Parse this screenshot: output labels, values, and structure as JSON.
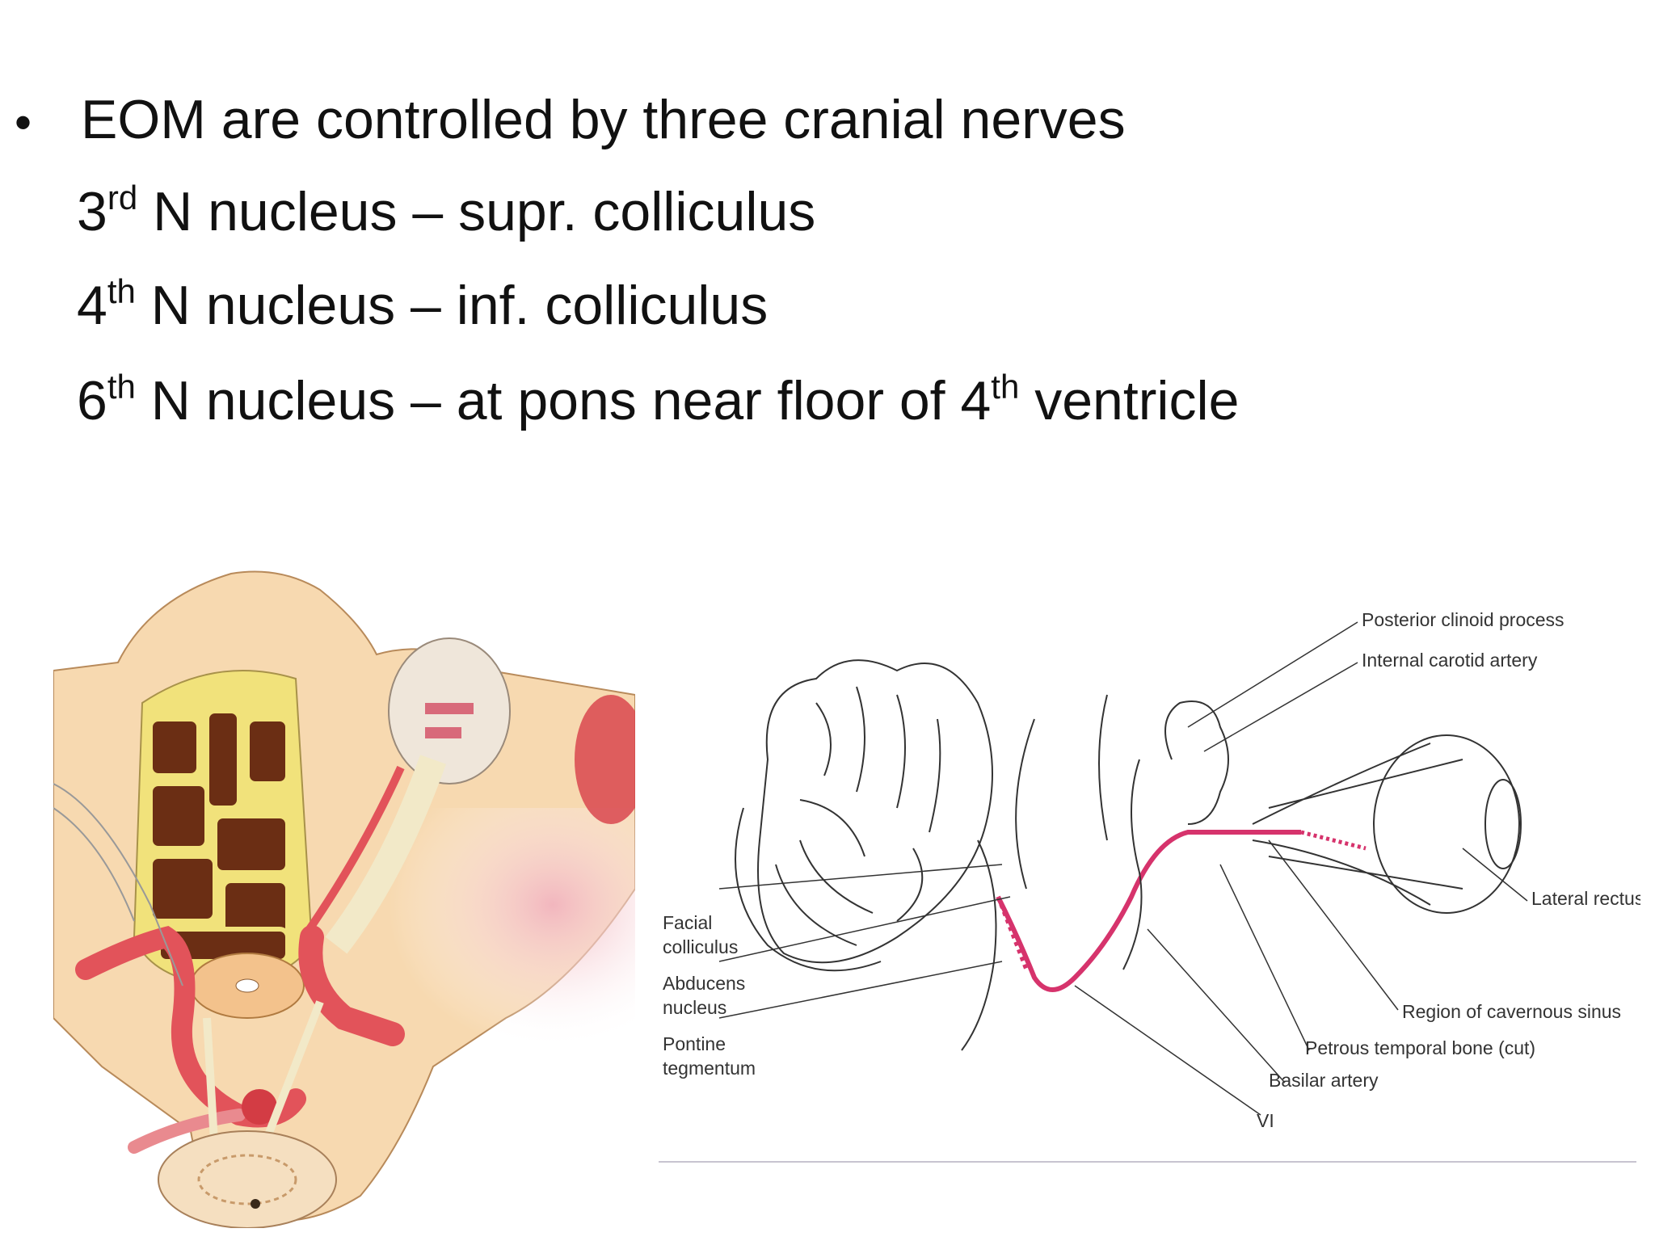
{
  "slide": {
    "bullet": "•",
    "line1": "EOM are controlled by three cranial nerves",
    "line2": {
      "num": "3",
      "sup": "rd",
      "text": " N nucleus – supr. colliculus"
    },
    "line3": {
      "num": "4",
      "sup": "th",
      "text": " N nucleus – inf. colliculus"
    },
    "line4": {
      "num": "6",
      "sup": "th",
      "text": " N nucleus – at pons near floor of 4",
      "sup2": "th",
      "text2": " ventricle"
    }
  },
  "diagram_labels": {
    "posterior_clinoid": "Posterior clinoid process",
    "internal_carotid": "Internal carotid artery",
    "facial_colliculus_1": "Facial",
    "facial_colliculus_2": "colliculus",
    "abducens_1": "Abducens",
    "abducens_2": "nucleus",
    "pontine_1": "Pontine",
    "pontine_2": "tegmentum",
    "lateral_rectus": "Lateral rectus",
    "cavernous_sinus": "Region of cavernous sinus",
    "petrous": "Petrous temporal bone (cut)",
    "basilar": "Basilar artery",
    "vi": "VI"
  },
  "colors": {
    "brain_brown": "#6b2e14",
    "brain_yellow": "#f3e27a",
    "bone_peach": "#f6d3a4",
    "artery_red": "#e2535a",
    "nerve_pink": "#d6336c"
  }
}
